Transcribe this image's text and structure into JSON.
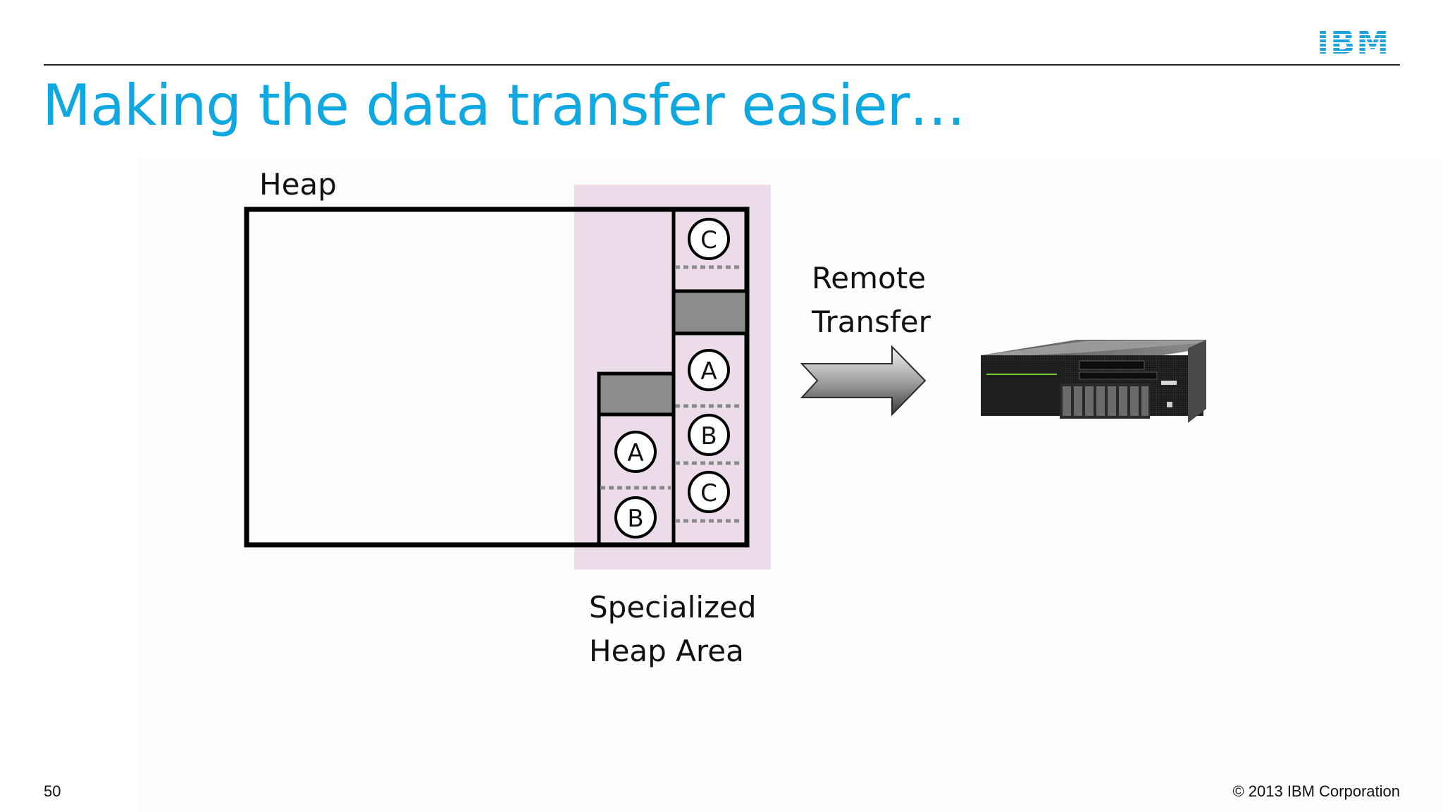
{
  "slide": {
    "title": "Making the data transfer easier…",
    "logo_text": "IBM",
    "page_number": "50",
    "copyright": "© 2013 IBM Corporation",
    "colors": {
      "title": "#0fa8e0",
      "logo": "#1aa3d9",
      "specialized_area": "#ecdcea",
      "separator_block": "#8c8c8c"
    }
  },
  "diagram": {
    "heap_label": "Heap",
    "specialized_label": [
      "Specialized",
      "Heap Area"
    ],
    "remote_label": [
      "Remote",
      "Transfer"
    ],
    "left_column_objects": [
      "A",
      "B"
    ],
    "right_column_objects": [
      "C",
      "A",
      "B",
      "C"
    ],
    "arrow_icon": "arrow-right-icon",
    "server_icon": "rack-server-icon"
  }
}
